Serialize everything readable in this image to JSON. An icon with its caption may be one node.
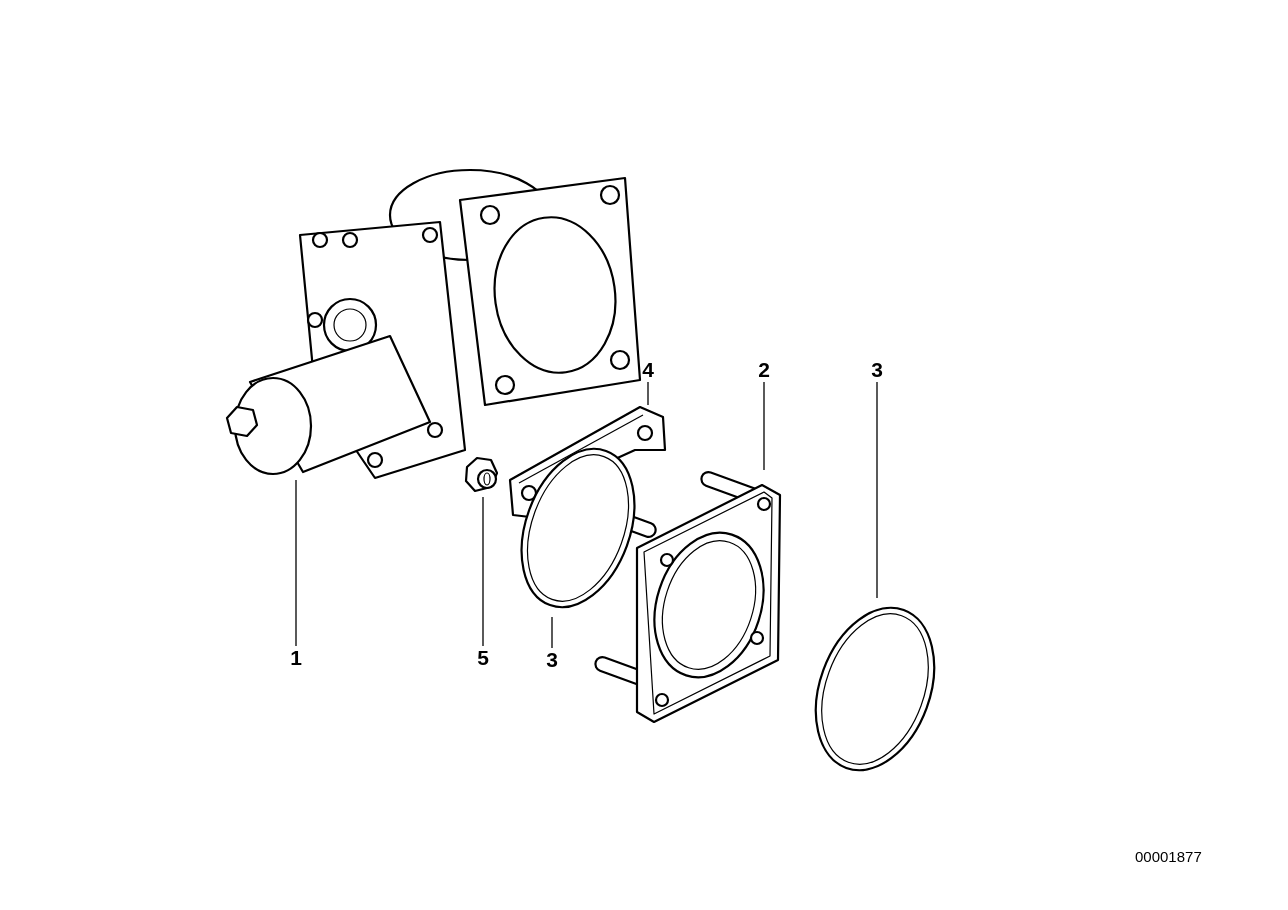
{
  "diagram": {
    "nodes": [
      {
        "text": [
          "4"
        ]
      },
      {
        "text": [
          "2"
        ]
      },
      {
        "text": [
          "3"
        ]
      },
      {
        "text": [
          "1"
        ]
      },
      {
        "text": [
          "5"
        ]
      },
      {
        "text": [
          "3"
        ]
      },
      {
        "text": [],
        "shape": "picture"
      },
      {
        "text": [],
        "shape": "picture"
      },
      {
        "text": [],
        "shape": "picture"
      },
      {
        "text": [],
        "shape": "picture"
      },
      {
        "text": [],
        "shape": "picture"
      },
      {
        "text": [],
        "shape": "picture"
      }
    ],
    "edges": [
      {
        "from": 0,
        "to": 7,
        "arrow": "none"
      },
      {
        "from": 1,
        "to": 8,
        "arrow": "none"
      },
      {
        "from": 2,
        "to": 9,
        "arrow": "none"
      },
      {
        "from": 3,
        "to": 6,
        "arrow": "none"
      },
      {
        "from": 4,
        "to": 10,
        "arrow": "none"
      },
      {
        "from": 5,
        "to": 11,
        "arrow": "none"
      }
    ],
    "labels": [
      "00001877"
    ]
  }
}
